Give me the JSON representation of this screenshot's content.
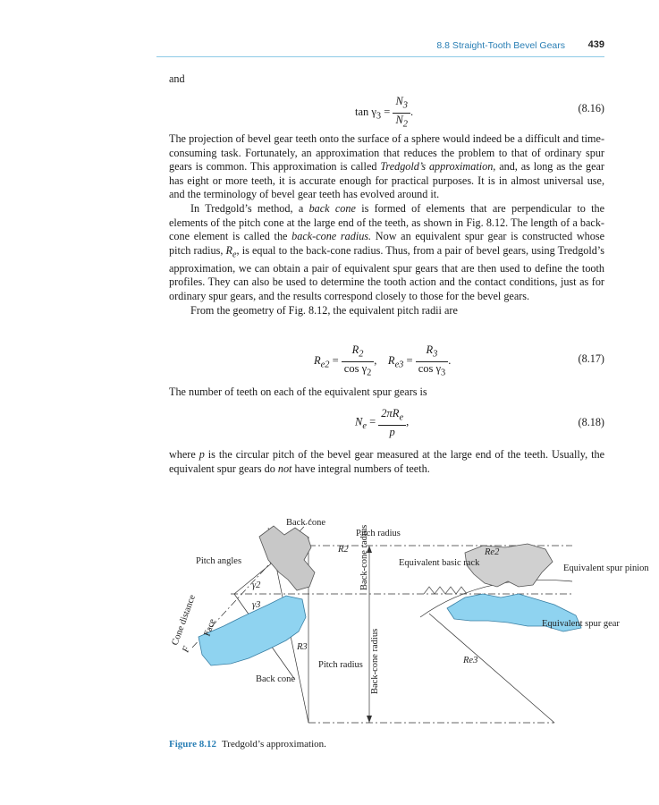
{
  "header": {
    "section": "8.8  Straight-Tooth Bevel Gears",
    "page": "439"
  },
  "para_and": "and",
  "eq816": {
    "lhs": "tan γ",
    "lhs_sub": "3",
    "num": "N",
    "num_sub": "3",
    "den": "N",
    "den_sub": "2",
    "number": "(8.16)"
  },
  "para1": "The projection of bevel gear teeth onto the surface of a sphere would indeed be a difficult and time-consuming task. Fortunately, an approximation that reduces the problem to that of ordinary spur gears is common. This approximation is called ",
  "para1_em": "Tredgold’s approximation",
  "para1_end": ", and, as long as the gear has eight or more teeth, it is accurate enough for practical purposes. It is in almost universal use, and the terminology of bevel gear teeth has evolved around it.",
  "para2_a": "In Tredgold’s method, a ",
  "para2_em1": "back cone",
  "para2_b": " is formed of elements that are perpendicular to the elements of the pitch cone at the large end of the teeth, as shown in Fig. 8.12. The length of a back-cone element is called the ",
  "para2_em2": "back-cone radius.",
  "para2_c": " Now an equivalent spur gear is constructed whose pitch radius, ",
  "para2_sym": "R",
  "para2_sub": "e",
  "para2_d": ", is equal to the back-cone radius. Thus, from a pair of bevel gears, using Tredgold’s approximation, we can obtain a pair of equivalent spur gears that are then used to define the tooth profiles. They can also be used to determine the tooth action and the contact conditions, just as for ordinary spur gears, and the results correspond closely to those for the bevel gears.",
  "para3": "From the geometry of Fig. 8.12, the equivalent pitch radii are",
  "eq817": {
    "a_lhs": "R",
    "a_sub": "e2",
    "a_num": "R",
    "a_num_sub": "2",
    "a_den": "cos γ",
    "a_den_sub": "2",
    "b_lhs": "R",
    "b_sub": "e3",
    "b_num": "R",
    "b_num_sub": "3",
    "b_den": "cos γ",
    "b_den_sub": "3",
    "number": "(8.17)"
  },
  "para4": "The number of teeth on each of the equivalent spur gears is",
  "eq818": {
    "lhs": "N",
    "lhs_sub": "e",
    "num": "2πR",
    "num_sub": "e",
    "den": "p",
    "number": "(8.18)"
  },
  "para5_a": "where ",
  "para5_p": "p",
  "para5_b": " is the circular pitch of the bevel gear measured at the large end of the teeth. Usually, the equivalent spur gears do ",
  "para5_em": "not",
  "para5_c": " have integral numbers of teeth.",
  "figure": {
    "labels": {
      "back_cone_top": "Back cone",
      "pitch_radius_top": "Pitch radius",
      "pitch_angles": "Pitch angles",
      "gamma2": "γ2",
      "gamma3": "γ3",
      "cone_distance": "Cone distance",
      "face": "Face",
      "f": "F",
      "r2": "R2",
      "r3": "R3",
      "back_cone_radius_short": "Back-cone radius",
      "back_cone_radius_long": "Back-cone radius",
      "pitch_radius_bottom": "Pitch radius",
      "back_cone_bottom": "Back cone",
      "equivalent_basic_rack": "Equivalent basic rack",
      "equivalent_spur_pinion": "Equivalent spur pinion",
      "equivalent_spur_gear": "Equivalent spur gear",
      "re2": "Re2",
      "re3": "Re3"
    },
    "colors": {
      "pinion_gray": "#c8c8c8",
      "gear_blue": "#8fd3f0"
    }
  },
  "caption": {
    "label": "Figure 8.12",
    "text": "Tredgold’s approximation."
  }
}
